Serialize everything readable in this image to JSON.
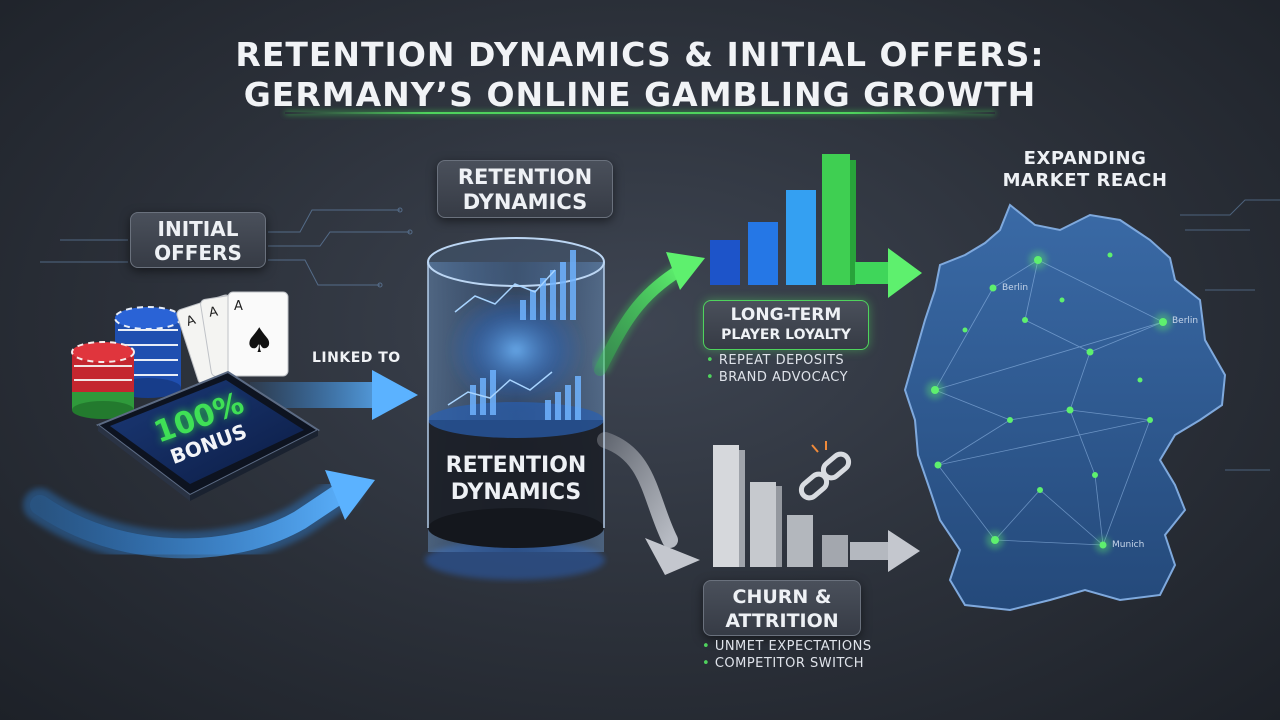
{
  "title": {
    "line1": "RETENTION DYNAMICS & INITIAL OFFERS:",
    "line2": "GERMANY’S ONLINE GAMBLING GROWTH"
  },
  "initial_offers": {
    "line1": "INITIAL",
    "line2": "OFFERS"
  },
  "bonus": {
    "line1": "100%",
    "line2": "BONUS"
  },
  "linked_to": "LINKED TO",
  "retention_top": {
    "line1": "RETENTION",
    "line2": "DYNAMICS"
  },
  "retention_band": {
    "line1": "RETENTION",
    "line2": "DYNAMICS"
  },
  "loyalty": {
    "line1": "LONG-TERM",
    "line2": "PLAYER LOYALTY",
    "bullets": [
      "REPEAT DEPOSITS",
      "BRAND ADVOCACY"
    ]
  },
  "churn": {
    "line1": "CHURN &",
    "line2": "ATTRITION",
    "bullets": [
      "UNMET EXPECTATIONS",
      "COMPETITOR SWITCH"
    ]
  },
  "market": {
    "line1": "EXPANDING",
    "line2": "MARKET REACH"
  },
  "cities": [
    "Berlin",
    "Berlin",
    "Munich"
  ],
  "colors": {
    "green": "#4fd35d",
    "blue": "#2f8ef0",
    "map": "#2f5b92",
    "panel": "#3d434d"
  }
}
